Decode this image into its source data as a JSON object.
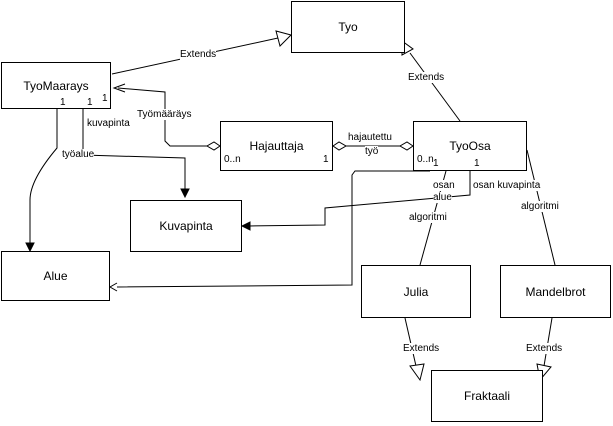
{
  "classes": {
    "tyo": "Tyo",
    "tyomaarays": "TyoMaarays",
    "hajauttaja": "Hajauttaja",
    "tyoosa": "TyoOsa",
    "kuvapinta": "Kuvapinta",
    "alue": "Alue",
    "julia": "Julia",
    "mandelbrot": "Mandelbrot",
    "fraktaali": "Fraktaali"
  },
  "labels": {
    "extends": "Extends",
    "tyomaarays_assoc": "Työmääräys",
    "kuvapinta": "kuvapinta",
    "tyoalue": "työalue",
    "hajautettu": "hajautettu",
    "tyo": "työ",
    "osan_alue_1": "osan",
    "osan_alue_2": "alue",
    "osan_kuvapinta": "osan kuvapinta",
    "algoritmi": "algoritmi",
    "mult_1": "1",
    "mult_0n": "0..n",
    "mult_0n_trunc": "0..n"
  }
}
